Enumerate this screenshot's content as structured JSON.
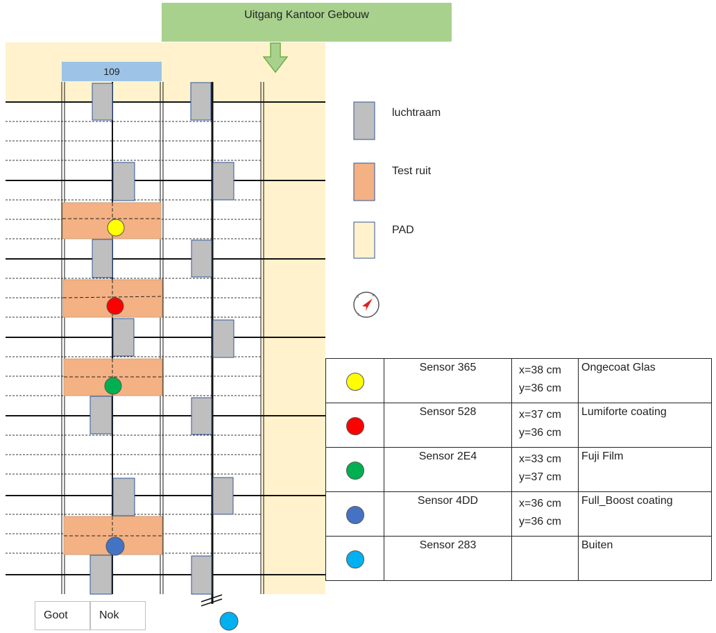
{
  "header": {
    "exit_label": "Uitgang Kantoor Gebouw"
  },
  "room": {
    "number": "109"
  },
  "legend": {
    "items": [
      {
        "label": "luchtraam",
        "color": "#bfbfbf"
      },
      {
        "label": "Test ruit",
        "color": "#f4b183"
      },
      {
        "label": "PAD",
        "color": "#fff2cc"
      }
    ],
    "compass_icon": "compass-icon"
  },
  "bottom_labels": {
    "goot": "Goot",
    "nok": "Nok"
  },
  "colors": {
    "exit": "#a9d18e",
    "path": "#fff2cc",
    "window": "#bfbfbf",
    "test_pane": "#f4b183",
    "room_label": "#9dc3e6"
  },
  "sensors": [
    {
      "color": "#ffff00",
      "name": "Sensor 365",
      "x": "x=38 cm",
      "y": "y=36 cm",
      "desc": "Ongecoat Glas"
    },
    {
      "color": "#ff0000",
      "name": "Sensor 528",
      "x": "x=37 cm",
      "y": "y=36 cm",
      "desc": "Lumiforte coating"
    },
    {
      "color": "#00b050",
      "name": "Sensor 2E4",
      "x": "x=33 cm",
      "y": "y=37 cm",
      "desc": "Fuji Film"
    },
    {
      "color": "#4472c4",
      "name": "Sensor 4DD",
      "x": "x=36 cm",
      "y": "y=36 cm",
      "desc": "Full_Boost coating"
    },
    {
      "color": "#00b0f0",
      "name": "Sensor 283",
      "x": "",
      "y": "",
      "desc": "Buiten"
    }
  ]
}
